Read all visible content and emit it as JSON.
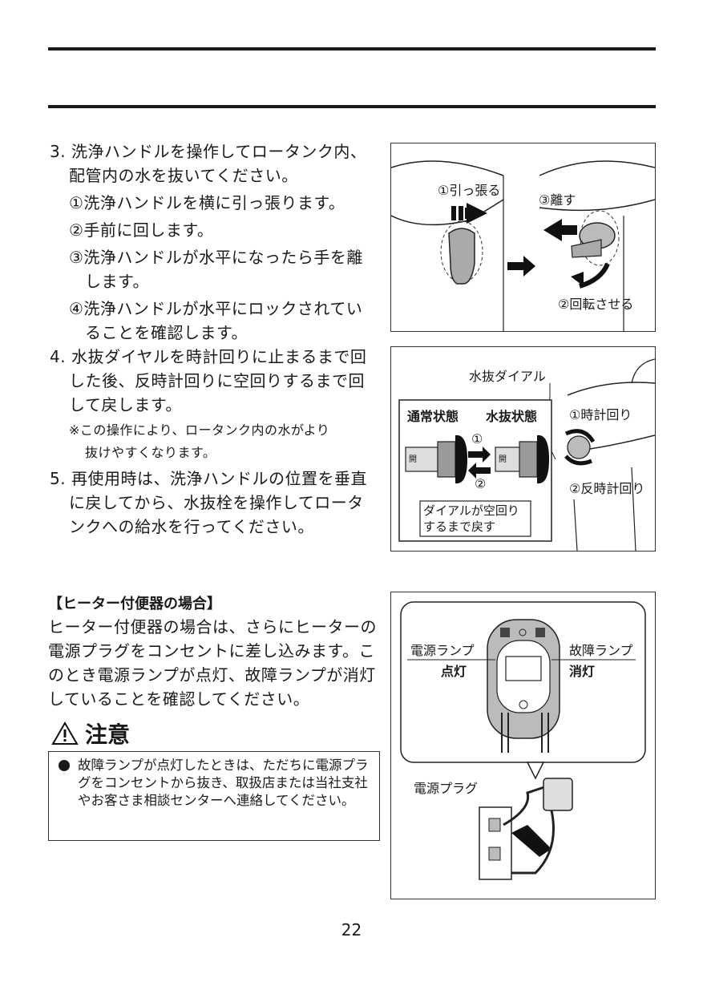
{
  "steps": {
    "s3_line1": "3. 洗浄ハンドルを操作してロータンク内、",
    "s3_line2": "配管内の水を抜いてください。",
    "s3_a": "①洗浄ハンドルを横に引っ張ります。",
    "s3_b": "②手前に回します。",
    "s3_c1": "③洗浄ハンドルが水平になったら手を離",
    "s3_c2": "します。",
    "s3_d1": "④洗浄ハンドルが水平にロックされてい",
    "s3_d2": "ることを確認します。",
    "s4_line1": "4. 水抜ダイヤルを時計回りに止まるまで回",
    "s4_line2": "した後、反時計回りに空回りするまで回",
    "s4_line3": "して戻します。",
    "s4_note1": "※この操作により、ロータンク内の水がより",
    "s4_note2": "抜けやすくなります。",
    "s5_line1": "5. 再使用時は、洗浄ハンドルの位置を垂直",
    "s5_line2": "に戻してから、水抜栓を操作してロータ",
    "s5_line3": "ンクへの給水を行ってください。"
  },
  "fig1": {
    "label_pull": "①引っ張る",
    "label_release": "③離す",
    "label_rotate": "②回転させる"
  },
  "fig2": {
    "label_dial": "水抜ダイアル",
    "label_normal": "通常状態",
    "label_drain": "水抜状態",
    "label_cw": "①時計回り",
    "label_ccw": "②反時計回り",
    "label_arrow1": "①",
    "label_arrow2": "②",
    "label_free1": "ダイアルが空回り",
    "label_free2": "するまで戻す",
    "label_open": "開"
  },
  "heater": {
    "heading": "【ヒーター付便器の場合】",
    "body": "ヒーター付便器の場合は、さらにヒーターの電源プラグをコンセントに差し込みます。このとき電源ランプが点灯、故障ランプが消灯していることを確認してください。"
  },
  "caution": {
    "title": "注意",
    "text": "故障ランプが点灯したときは、ただちに電源プラグをコンセントから抜き、取扱店または当社支社やお客さま相談センターへ連絡してください。"
  },
  "fig3": {
    "label_power_lamp": "電源ランプ",
    "label_power_state": "点灯",
    "label_fault_lamp": "故障ランプ",
    "label_fault_state": "消灯",
    "label_plug": "電源プラグ"
  },
  "page_number": "22"
}
